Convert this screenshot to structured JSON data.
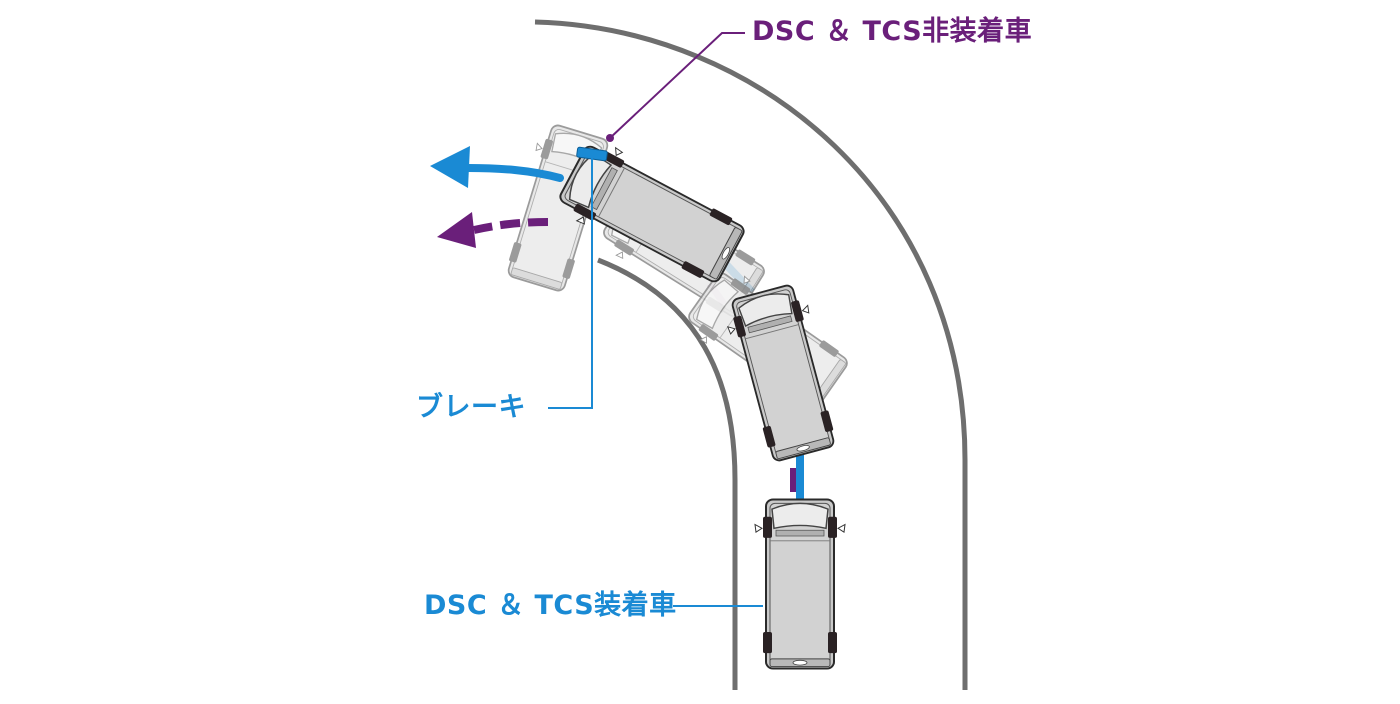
{
  "labels": {
    "without_system": "DSC ＆ TCS非装着車",
    "with_system": "DSC ＆ TCS装着車",
    "brake": "ブレーキ"
  },
  "colors": {
    "without_system": "#6a1f7a",
    "with_system": "#1a8ad4",
    "road": "#6e6e6e",
    "vehicle_body": "#c8c8c8",
    "vehicle_ghost": "#e2e2e2",
    "tire": "#2a2224"
  },
  "icons": {
    "vehicle": "van-top-view",
    "path_arrow_solid": "arrow-solid",
    "path_arrow_dashed": "arrow-dashed"
  }
}
